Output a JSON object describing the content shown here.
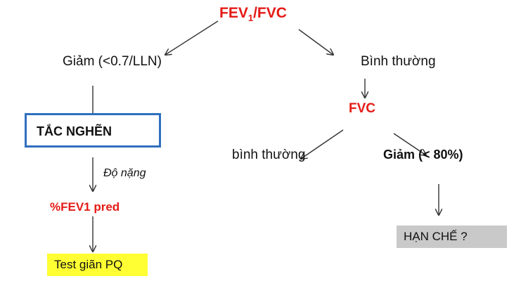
{
  "root": {
    "label_pre": "FEV",
    "label_sub": "1",
    "label_post": "/FVC"
  },
  "left_branch": {
    "decrease": "Giảm (<0.7/LLN)",
    "obstruction": "TẮC NGHẼN",
    "severity": "Độ nặng",
    "fev1_pred": "%FEV1 pred",
    "test": "Test giãn PQ"
  },
  "right_branch": {
    "normal": "Bình thường",
    "fvc": "FVC",
    "fvc_normal": "bình thường",
    "fvc_decrease": "Giảm (< 80%)",
    "restriction": "HẠN CHẾ ?"
  },
  "colors": {
    "highlight_red": "#e41b17",
    "box_border_blue": "#2f6fbe",
    "yellow_box": "#ffff33",
    "gray_box": "#c9c9c9",
    "arrow": "#333333"
  }
}
